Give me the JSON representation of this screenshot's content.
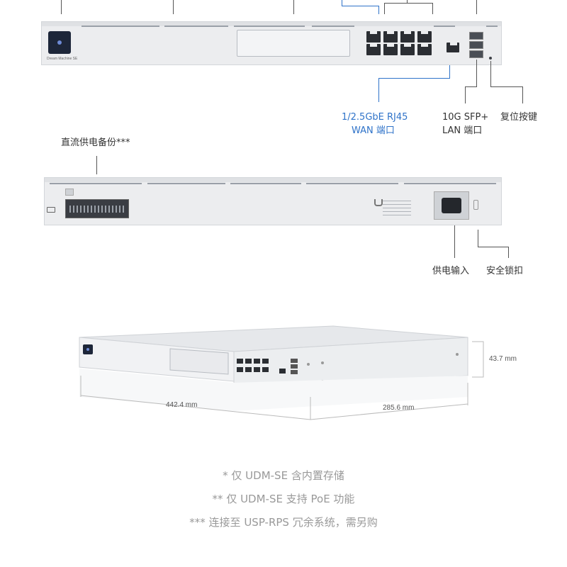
{
  "device": {
    "front_logo_text": "Dream Machine SE"
  },
  "front_callouts": {
    "wan": {
      "line1": "1/2.5GbE RJ45",
      "line2": "WAN 端口"
    },
    "sfp": {
      "line1": "10G SFP+",
      "line2": "LAN 端口"
    },
    "reset": {
      "label": "复位按键"
    }
  },
  "rear_callouts": {
    "dc_backup": {
      "label": "直流供电备份***"
    },
    "power_input": {
      "label": "供电输入"
    },
    "security_lock": {
      "label": "安全锁扣"
    }
  },
  "dimensions": {
    "height": "43.7 mm",
    "width": "442.4 mm",
    "depth": "285.6 mm"
  },
  "notes": [
    "* 仅 UDM-SE 含内置存储",
    "** 仅 UDM-SE 支持 PoE 功能",
    "*** 连接至 USP-RPS 冗余系统，需另购"
  ],
  "colors": {
    "accent_blue": "#2f73c9",
    "chassis": "#ecedef",
    "note_text": "#999999"
  }
}
